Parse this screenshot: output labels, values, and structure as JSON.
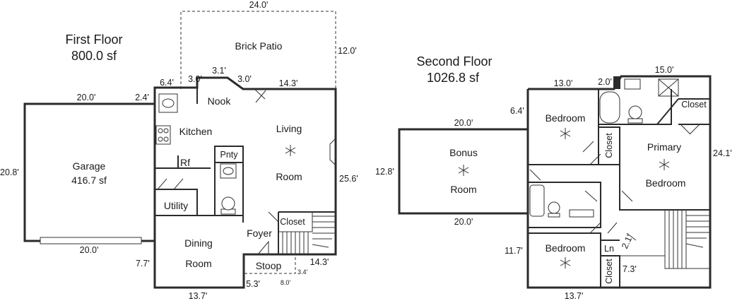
{
  "first_floor": {
    "title": "First Floor",
    "area": "800.0 sf",
    "rooms": {
      "brick_patio": "Brick Patio",
      "nook": "Nook",
      "kitchen": "Kitchen",
      "living_1": "Living",
      "living_2": "Room",
      "garage": "Garage",
      "garage_area": "416.7 sf",
      "pantry": "Pnty",
      "refrigerator": "Rf",
      "utility": "Utility",
      "dining_1": "Dining",
      "dining_2": "Room",
      "foyer": "Foyer",
      "closet": "Closet",
      "stoop": "Stoop"
    },
    "dimensions": {
      "patio_width": "24.0'",
      "patio_depth": "12.0'",
      "kitchen_top": "6.4'",
      "kitchen_corner": "2.4'",
      "nook_left": "3.0'",
      "nook_top": "3.1'",
      "nook_right": "3.0'",
      "living_top": "14.3'",
      "garage_top": "20.0'",
      "garage_bottom": "20.0'",
      "garage_depth": "20.8'",
      "living_right": "25.6'",
      "dining_left": "7.7'",
      "dining_bottom": "13.7'",
      "stoop_left": "5.3'",
      "stoop_bottom": "8.0'",
      "stoop_right": "3.4'",
      "stair_bottom": "14.3'"
    }
  },
  "second_floor": {
    "title": "Second Floor",
    "area": "1026.8 sf",
    "rooms": {
      "bedroom_top": "Bedroom",
      "closet_top_right": "Closet",
      "closet_mid": "Closet",
      "primary_1": "Primary",
      "primary_2": "Bedroom",
      "bonus_1": "Bonus",
      "bonus_2": "Room",
      "bedroom_bottom": "Bedroom",
      "linen": "Ln",
      "closet_bottom": "Closet"
    },
    "dimensions": {
      "bed_top_width": "13.0'",
      "bath_notch": "2.0'",
      "primary_top": "15.0'",
      "bed_left": "6.4'",
      "bonus_top": "20.0'",
      "bonus_bottom": "20.0'",
      "bonus_depth": "12.8'",
      "primary_right": "24.1'",
      "bed_bottom_left": "11.7'",
      "hall_diag": "2.1'",
      "stair_right": "7.3'",
      "bed_bottom_width": "13.7'"
    }
  }
}
